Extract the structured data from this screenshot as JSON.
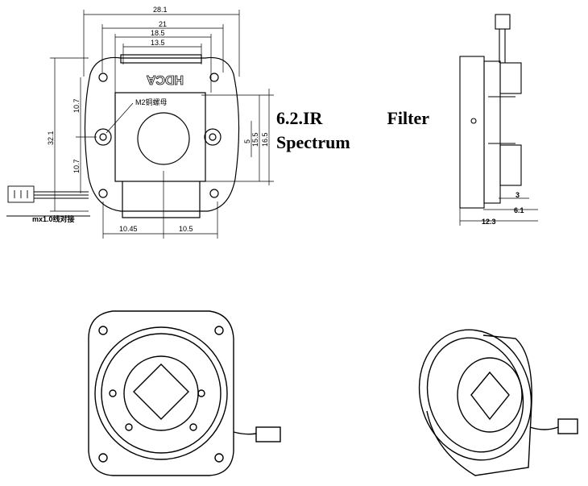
{
  "front_view": {
    "dims": {
      "overall_width": "28.1",
      "width_21": "21",
      "width_18_5": "18.5",
      "width_13_5": "13.5",
      "height_32_1": "32.1",
      "upper_10_7": "10.7",
      "lower_10_7": "10.7",
      "right_5": "5",
      "right_15_5": "15.5",
      "right_16_5": "16.5",
      "bottom_left": "10.45",
      "bottom_right": "10.5"
    },
    "logo_text": "HDCA",
    "nut_label": "M2铜螺母",
    "cable_label": "mx1.0线对接"
  },
  "title": {
    "line1_part1": "6.2.IR",
    "line1_part2": "Filter",
    "line2": "Spectrum"
  },
  "side_view": {
    "dims": {
      "d3": "3",
      "d6_1": "6.1",
      "d12_3": "12.3"
    }
  }
}
